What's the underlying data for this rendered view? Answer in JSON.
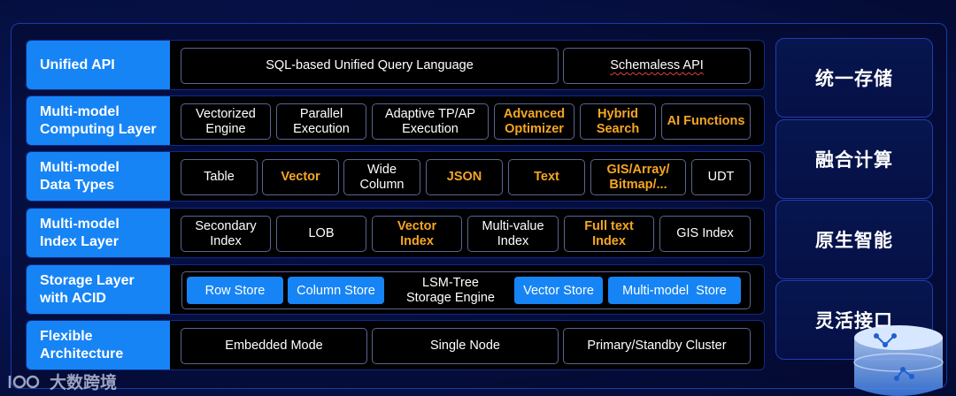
{
  "layers": [
    {
      "label": "Unified API",
      "cells": [
        {
          "text": "SQL-based Unified Query Language",
          "accent": false
        },
        {
          "text": "Schemaless API",
          "accent": false
        }
      ]
    },
    {
      "label": "Multi-model\nComputing Layer",
      "cells": [
        {
          "text": "Vectorized\nEngine",
          "accent": false
        },
        {
          "text": "Parallel\nExecution",
          "accent": false
        },
        {
          "text": "Adaptive TP/AP\nExecution",
          "accent": false
        },
        {
          "text": "Advanced\nOptimizer",
          "accent": true
        },
        {
          "text": "Hybrid\nSearch",
          "accent": true
        },
        {
          "text": "AI Functions",
          "accent": true
        }
      ]
    },
    {
      "label": "Multi-model\nData Types",
      "cells": [
        {
          "text": "Table",
          "accent": false
        },
        {
          "text": "Vector",
          "accent": true
        },
        {
          "text": "Wide\nColumn",
          "accent": false
        },
        {
          "text": "JSON",
          "accent": true
        },
        {
          "text": "Text",
          "accent": true
        },
        {
          "text": "GIS/Array/\nBitmap/...",
          "accent": true
        },
        {
          "text": "UDT",
          "accent": false
        }
      ]
    },
    {
      "label": "Multi-model\nIndex Layer",
      "cells": [
        {
          "text": "Secondary\nIndex",
          "accent": false
        },
        {
          "text": "LOB",
          "accent": false
        },
        {
          "text": "Vector\nIndex",
          "accent": true
        },
        {
          "text": "Multi-value\nIndex",
          "accent": false
        },
        {
          "text": "Full text\nIndex",
          "accent": true
        },
        {
          "text": "GIS Index",
          "accent": false
        }
      ]
    },
    {
      "label": "Storage Layer\nwith ACID",
      "cells": [
        {
          "text": "Row Store",
          "highlight": true
        },
        {
          "text": "Column Store",
          "highlight": true
        },
        {
          "text": "LSM-Tree\nStorage Engine",
          "highlight": false
        },
        {
          "text": "Vector Store",
          "highlight": true
        },
        {
          "text": "Multi-model  Store",
          "highlight": true
        }
      ]
    },
    {
      "label": "Flexible\nArchitecture",
      "cells": [
        {
          "text": "Embedded Mode",
          "accent": false
        },
        {
          "text": "Single Node",
          "accent": false
        },
        {
          "text": "Primary/Standby Cluster",
          "accent": false
        }
      ]
    }
  ],
  "side_cards": [
    "统一存储",
    "融合计算",
    "原生智能",
    "灵活接口"
  ],
  "watermark": "大数跨境",
  "icons": {
    "watermark_logo": "brand-logo-icon",
    "database": "database-icon"
  },
  "colors": {
    "label_blue": "#1684f5",
    "accent_orange": "#f5a623",
    "background": "#06124a"
  }
}
